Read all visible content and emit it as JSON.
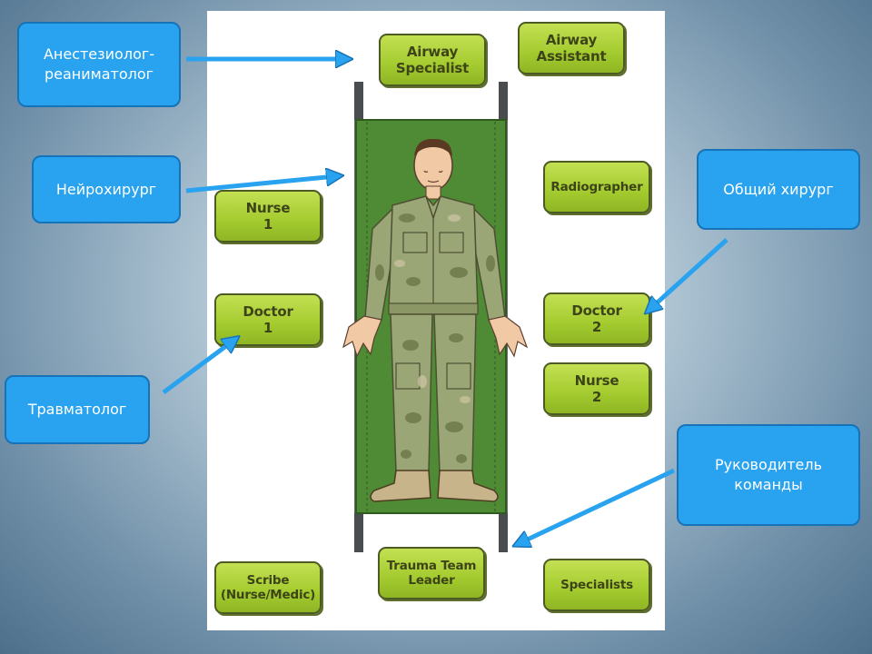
{
  "roles": {
    "airway_specialist": "Airway\nSpecialist",
    "airway_assistant": "Airway\nAssistant",
    "radiographer": "Radiographer",
    "nurse_1": "Nurse\n1",
    "doctor_1": "Doctor\n1",
    "doctor_2": "Doctor\n2",
    "nurse_2": "Nurse\n2",
    "scribe": "Scribe\n(Nurse/Medic)",
    "trauma_team_leader": "Trauma Team\nLeader",
    "specialists": "Specialists"
  },
  "callouts": {
    "anesthesiologist": "Анестезиолог-\nреаниматолог",
    "neurosurgeon": "Нейрохирург",
    "general_surgeon": "Общий хирург",
    "traumatologist": "Травматолог",
    "team_leader": "Руководитель\nкоманды"
  },
  "colors": {
    "role_box": "#a3cb2f",
    "callout": "#29a3ef",
    "stretcher": "#4f8a35",
    "uniform": "#9aa676"
  },
  "icons": {
    "patient": "soldier-on-stretcher-icon"
  }
}
